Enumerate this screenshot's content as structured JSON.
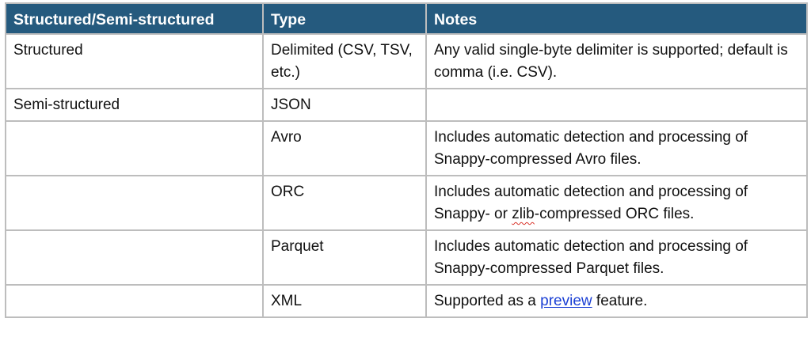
{
  "table": {
    "headers": [
      "Structured/Semi-structured",
      "Type",
      "Notes"
    ],
    "header_bg": "#255a7e",
    "header_fg": "#ffffff",
    "border_color": "#bdbdbd",
    "link_color": "#1a3fd4",
    "rows": [
      {
        "category": "Structured",
        "type": "Delimited (CSV, TSV, etc.)",
        "notes": "Any valid single-byte delimiter is supported; default is comma (i.e. CSV)."
      },
      {
        "category": "Semi-structured",
        "type": "JSON",
        "notes": ""
      },
      {
        "category": "",
        "type": "Avro",
        "notes": "Includes automatic detection and processing of Snappy-compressed Avro files."
      },
      {
        "category": "",
        "type": "ORC",
        "notes_before": "Includes automatic detection and processing of Snappy- or ",
        "notes_flagged_word": "zlib",
        "notes_after": "-compressed ORC files."
      },
      {
        "category": "",
        "type": "Parquet",
        "notes": "Includes automatic detection and processing of Snappy-compressed Parquet files."
      },
      {
        "category": "",
        "type": "XML",
        "notes_before": "Supported as a ",
        "notes_link": "preview",
        "notes_after": " feature."
      }
    ]
  }
}
